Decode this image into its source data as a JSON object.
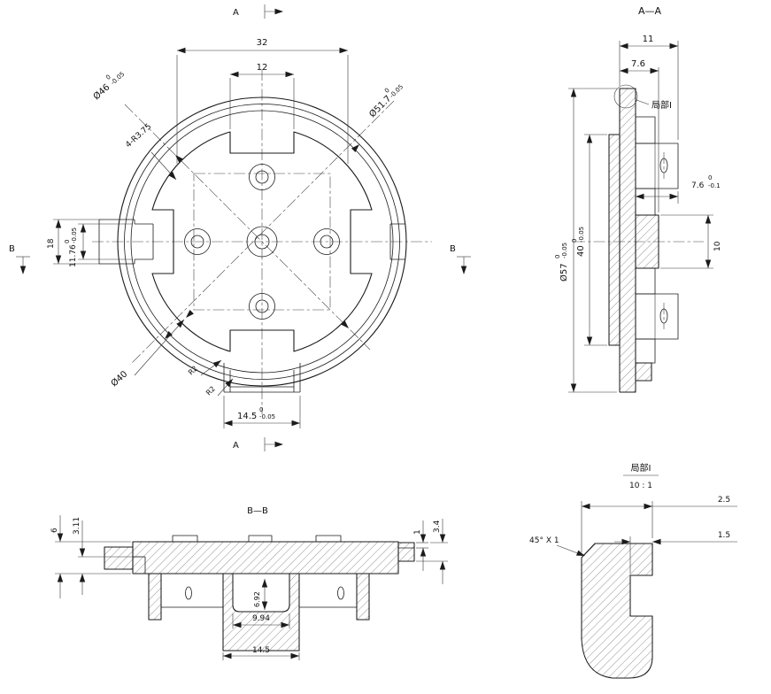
{
  "drawing": {
    "front_view": {
      "section_label_top": "A",
      "section_label_bottom": "A",
      "section_label_left": "B",
      "section_label_right": "B",
      "dim_width_outer": "32",
      "dim_width_notch": "12",
      "dia_46": {
        "value": "Ø46",
        "tol_upper": "0",
        "tol_lower": "-0.05"
      },
      "dia_51_7": {
        "value": "Ø51.7",
        "tol_upper": "0",
        "tol_lower": "-0.05"
      },
      "lobe_radius": "4-R3.75",
      "dim_slot_outer": "18",
      "dim_slot_inner": {
        "value": "11.76",
        "tol_upper": "0",
        "tol_lower": "-0.05"
      },
      "dia_40": "Ø40",
      "fillet_r2_a": "R2",
      "fillet_r2_b": "R2",
      "dim_tab_width": {
        "value": "14.5",
        "tol_upper": "0",
        "tol_lower": "-0.05"
      }
    },
    "section_a_a": {
      "title": "A—A",
      "dim_depth_total": "11",
      "dim_depth_flange": "7.6",
      "detail_callout": "局部I",
      "dia_57": {
        "value": "Ø57",
        "tol_upper": "0",
        "tol_lower": "-0.05"
      },
      "dim_40": {
        "value": "40",
        "tol_upper": "0",
        "tol_lower": "-0.05"
      },
      "dim_boss": {
        "value": "7.6",
        "tol_upper": "0",
        "tol_lower": "-0.1"
      },
      "dim_10": "10"
    },
    "section_b_b": {
      "title": "B—B",
      "dim_6": "6",
      "dim_3_11": "3.11",
      "dim_1": "1",
      "dim_3_4": "3.4",
      "dim_6_92": "6.92",
      "dim_9_94": "9.94",
      "dim_14_5": "14.5"
    },
    "detail_i": {
      "title": "局部I",
      "scale": "10 : 1",
      "dim_2_5": "2.5",
      "dim_1_5": "1.5",
      "chamfer": "45° X 1"
    }
  }
}
